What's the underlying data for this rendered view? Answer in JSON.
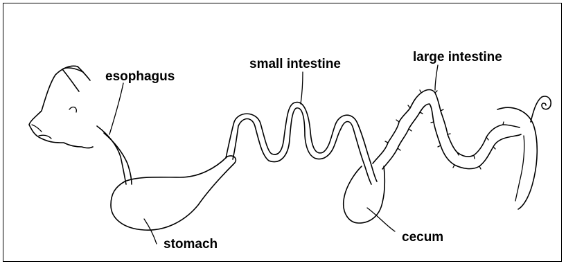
{
  "labels": {
    "esophagus": "esophagus",
    "small_intestine": "small intestine",
    "large_intestine": "large intestine",
    "stomach": "stomach",
    "cecum": "cecum"
  },
  "colors": {
    "line": "#000000",
    "background": "#ffffff"
  }
}
